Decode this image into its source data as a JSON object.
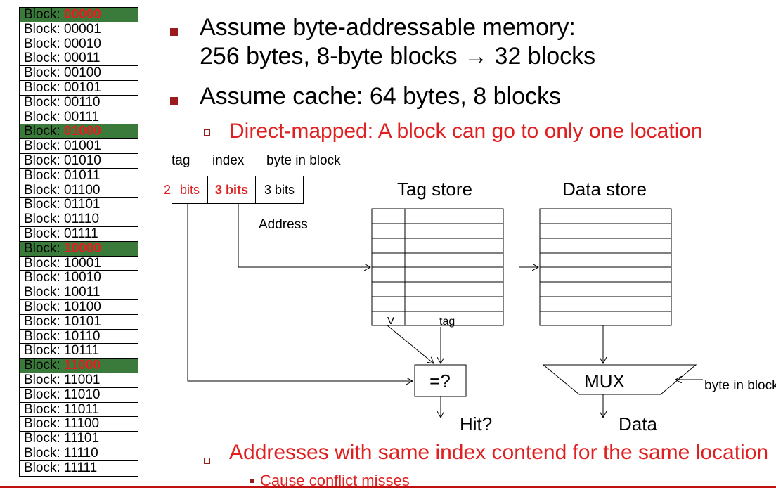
{
  "memory_blocks": [
    {
      "prefix": "Block: ",
      "num": "00000",
      "highlight": true
    },
    {
      "prefix": "Block: ",
      "num": "00001",
      "highlight": false
    },
    {
      "prefix": "Block: ",
      "num": "00010",
      "highlight": false
    },
    {
      "prefix": "Block: ",
      "num": "00011",
      "highlight": false
    },
    {
      "prefix": "Block: ",
      "num": "00100",
      "highlight": false
    },
    {
      "prefix": "Block: ",
      "num": "00101",
      "highlight": false
    },
    {
      "prefix": "Block: ",
      "num": "00110",
      "highlight": false
    },
    {
      "prefix": "Block: ",
      "num": "00111",
      "highlight": false
    },
    {
      "prefix": "Block: ",
      "num": "01000",
      "highlight": true
    },
    {
      "prefix": "Block: ",
      "num": "01001",
      "highlight": false
    },
    {
      "prefix": "Block: ",
      "num": "01010",
      "highlight": false
    },
    {
      "prefix": "Block: ",
      "num": "01011",
      "highlight": false
    },
    {
      "prefix": "Block: ",
      "num": "01100",
      "highlight": false
    },
    {
      "prefix": "Block: ",
      "num": "01101",
      "highlight": false
    },
    {
      "prefix": "Block: ",
      "num": "01110",
      "highlight": false
    },
    {
      "prefix": "Block: ",
      "num": "01111",
      "highlight": false
    },
    {
      "prefix": "Block: ",
      "num": "10000",
      "highlight": true
    },
    {
      "prefix": "Block: ",
      "num": "10001",
      "highlight": false
    },
    {
      "prefix": "Block: ",
      "num": "10010",
      "highlight": false
    },
    {
      "prefix": "Block: ",
      "num": "10011",
      "highlight": false
    },
    {
      "prefix": "Block: ",
      "num": "10100",
      "highlight": false
    },
    {
      "prefix": "Block: ",
      "num": "10101",
      "highlight": false
    },
    {
      "prefix": "Block: ",
      "num": "10110",
      "highlight": false
    },
    {
      "prefix": "Block: ",
      "num": "10111",
      "highlight": false
    },
    {
      "prefix": "Block: ",
      "num": "11000",
      "highlight": true
    },
    {
      "prefix": "Block: ",
      "num": "11001",
      "highlight": false
    },
    {
      "prefix": "Block: ",
      "num": "11010",
      "highlight": false
    },
    {
      "prefix": "Block: ",
      "num": "11011",
      "highlight": false
    },
    {
      "prefix": "Block: ",
      "num": "11100",
      "highlight": false
    },
    {
      "prefix": "Block: ",
      "num": "11101",
      "highlight": false
    },
    {
      "prefix": "Block: ",
      "num": "11110",
      "highlight": false
    },
    {
      "prefix": "Block: ",
      "num": "11111",
      "highlight": false
    }
  ],
  "bullets": {
    "b1_line1": "Assume byte-addressable memory:",
    "b1_line2": "256 bytes, 8-byte blocks → 32 blocks",
    "b2": "Assume cache: 64 bytes, 8 blocks",
    "b2_sub": "Direct-mapped: A block can go to only one location",
    "b3_sub": "Addresses with same index contend for the same location",
    "b3_subsub": "Cause conflict misses"
  },
  "address": {
    "hdr_tag": "tag",
    "hdr_index": "index",
    "hdr_byte": "byte in block",
    "field_tag_2": "2",
    "field_tag_bits": "bits",
    "field_index": "3 bits",
    "field_byte": "3 bits",
    "label": "Address"
  },
  "tag_store": {
    "title": "Tag store",
    "col_v": "V",
    "col_tag": "tag"
  },
  "data_store": {
    "title": "Data store"
  },
  "comparator": {
    "label": "=?",
    "output": "Hit?"
  },
  "mux": {
    "label": "MUX",
    "select_input": "byte in block",
    "output": "Data"
  },
  "colors": {
    "accent_red": "#e02020",
    "highlight_green": "#3a7a3a",
    "bullet_red": "#9b1c1c"
  }
}
